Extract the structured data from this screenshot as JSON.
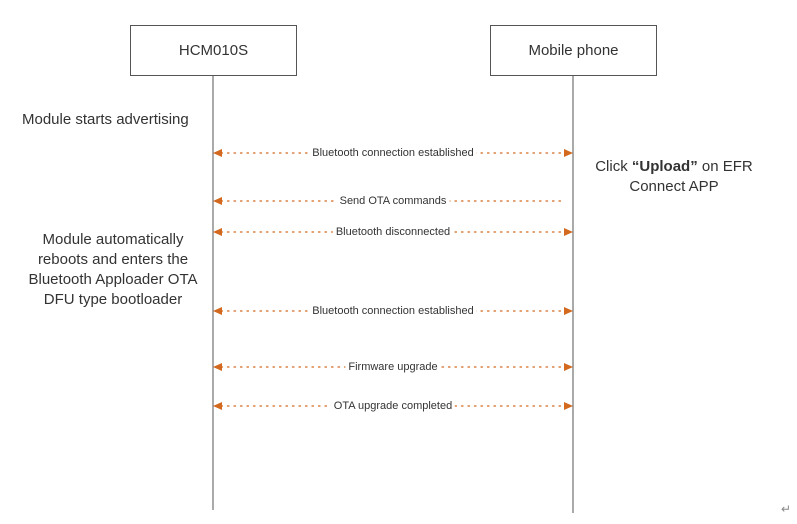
{
  "participants": [
    {
      "label": "HCM010S"
    },
    {
      "label": "Mobile phone"
    }
  ],
  "notes": {
    "module_advertising": "Module starts advertising",
    "module_reboot": [
      "Module automatically",
      "reboots and enters the",
      "Bluetooth Apploader OTA",
      "DFU type bootloader"
    ],
    "click_prefix": "Click ",
    "click_open_quote": "“",
    "click_bold": "Upload",
    "click_close_quote": "”",
    "click_suffix": " on EFR",
    "click_line2": "Connect APP"
  },
  "messages": [
    {
      "label": "Bluetooth connection established",
      "direction": "both"
    },
    {
      "label": "Send OTA commands",
      "direction": "left"
    },
    {
      "label": "Bluetooth disconnected",
      "direction": "both"
    },
    {
      "label": "Bluetooth connection established",
      "direction": "both"
    },
    {
      "label": "Firmware upgrade",
      "direction": "both"
    },
    {
      "label": "OTA upgrade completed",
      "direction": "both"
    }
  ],
  "return_symbol": "↵",
  "colors": {
    "arrow": "#d2691e",
    "line": "#555555",
    "text": "#333333"
  }
}
